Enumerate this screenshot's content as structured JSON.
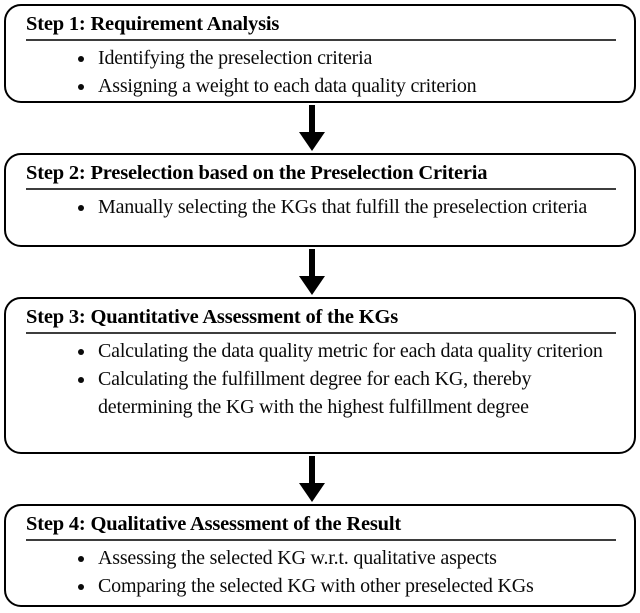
{
  "figure": {
    "type": "flowchart",
    "direction": "top-to-bottom",
    "colors": {
      "background": "#ffffff",
      "box_border": "#000000",
      "title_underline": "#3d3d3d",
      "text": "#000000",
      "arrow": "#000000"
    },
    "connector_icon": "down-arrow-icon",
    "steps": [
      {
        "title": "Step 1: Requirement Analysis",
        "bullets": [
          "Identifying the preselection criteria",
          "Assigning a weight to each data quality criterion"
        ]
      },
      {
        "title": "Step 2: Preselection based on the Preselection Criteria",
        "bullets": [
          "Manually selecting the KGs that fulfill the preselection criteria"
        ]
      },
      {
        "title": "Step 3: Quantitative Assessment of the KGs",
        "bullets": [
          "Calculating the data quality metric for each data quality criterion",
          "Calculating the fulfillment degree for each KG, thereby determining the KG with the highest fulfillment degree"
        ]
      },
      {
        "title": "Step 4: Qualitative Assessment of the Result",
        "bullets": [
          "Assessing the selected KG w.r.t. qualitative aspects",
          "Comparing the selected KG with other preselected KGs"
        ]
      }
    ]
  }
}
